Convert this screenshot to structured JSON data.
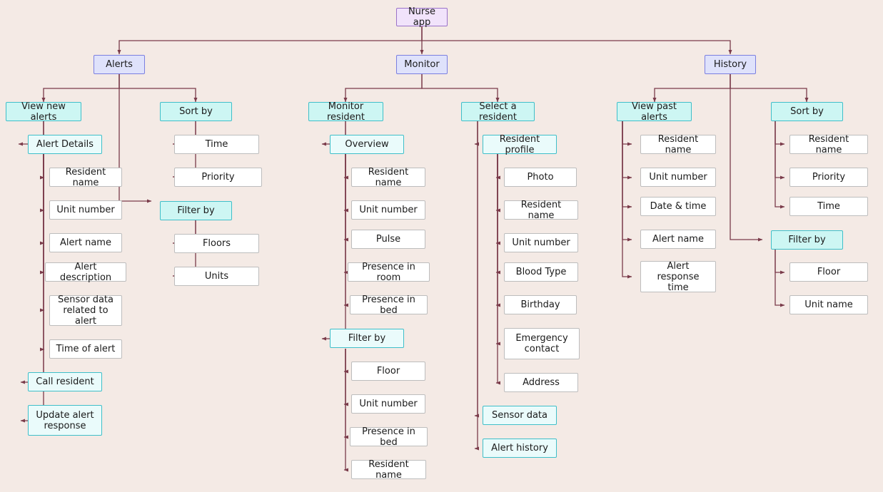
{
  "diagram": {
    "title": "Nurse app",
    "type": "sitemap-tree",
    "background_color": "#f4eae5",
    "edge_color": "#7a3b4a",
    "palette": {
      "root_fill": "#f1e3fb",
      "root_border": "#9a72c8",
      "level1_fill": "#dfe2fb",
      "level1_border": "#7b7fe0",
      "level2_fill": "#cdf6f3",
      "level2_border": "#3fbfc9",
      "level3_fill": "#eafbfb",
      "level3_border": "#3fbfc9",
      "leaf_fill": "#ffffff",
      "leaf_border": "#bdbdbd"
    }
  },
  "nodes": {
    "root": {
      "label": "Nurse app"
    },
    "alerts": {
      "label": "Alerts"
    },
    "monitor": {
      "label": "Monitor"
    },
    "history": {
      "label": "History"
    },
    "view_new_alerts": {
      "label": "View new alerts"
    },
    "alerts_sort_by": {
      "label": "Sort by"
    },
    "alerts_filter_by": {
      "label": "Filter by"
    },
    "alert_details": {
      "label": "Alert Details"
    },
    "ad_resident_name": {
      "label": "Resident name"
    },
    "ad_unit_number": {
      "label": "Unit number"
    },
    "ad_alert_name": {
      "label": "Alert name"
    },
    "ad_alert_description": {
      "label": "Alert description"
    },
    "ad_sensor_data": {
      "label": "Sensor data\nrelated to alert"
    },
    "ad_time_of_alert": {
      "label": "Time of alert"
    },
    "call_resident": {
      "label": "Call resident"
    },
    "update_alert_response": {
      "label": "Update alert\nresponse"
    },
    "as_time": {
      "label": "Time"
    },
    "as_priority": {
      "label": "Priority"
    },
    "af_floors": {
      "label": "Floors"
    },
    "af_units": {
      "label": "Units"
    },
    "monitor_resident": {
      "label": "Monitor resident"
    },
    "select_a_resident": {
      "label": "Select a resident"
    },
    "overview": {
      "label": "Overview"
    },
    "ov_resident_name": {
      "label": "Resident name"
    },
    "ov_unit_number": {
      "label": "Unit number"
    },
    "ov_pulse": {
      "label": "Pulse"
    },
    "ov_presence_room": {
      "label": "Presence in room"
    },
    "ov_presence_bed": {
      "label": "Presence in bed"
    },
    "monitor_filter_by": {
      "label": "Filter by"
    },
    "mf_floor": {
      "label": "Floor"
    },
    "mf_unit_number": {
      "label": "Unit number"
    },
    "mf_presence_bed": {
      "label": "Presence in bed"
    },
    "mf_resident_name": {
      "label": "Resident name"
    },
    "resident_profile": {
      "label": "Resident profile"
    },
    "rp_photo": {
      "label": "Photo"
    },
    "rp_resident_name": {
      "label": "Resident name"
    },
    "rp_unit_number": {
      "label": "Unit number"
    },
    "rp_blood_type": {
      "label": "Blood Type"
    },
    "rp_birthday": {
      "label": "Birthday"
    },
    "rp_emergency_contact": {
      "label": "Emergency\ncontact"
    },
    "rp_address": {
      "label": "Address"
    },
    "sensor_data": {
      "label": "Sensor data"
    },
    "alert_history": {
      "label": "Alert history"
    },
    "view_past_alerts": {
      "label": "View past alerts"
    },
    "history_sort_by": {
      "label": "Sort by"
    },
    "history_filter_by": {
      "label": "Filter by"
    },
    "vp_resident_name": {
      "label": "Resident name"
    },
    "vp_unit_number": {
      "label": "Unit number"
    },
    "vp_date_time": {
      "label": "Date & time"
    },
    "vp_alert_name": {
      "label": "Alert name"
    },
    "vp_alert_response_time": {
      "label": "Alert response\ntime"
    },
    "hs_resident_name": {
      "label": "Resident name"
    },
    "hs_priority": {
      "label": "Priority"
    },
    "hs_time": {
      "label": "Time"
    },
    "hf_floor": {
      "label": "Floor"
    },
    "hf_unit_name": {
      "label": "Unit name"
    }
  }
}
